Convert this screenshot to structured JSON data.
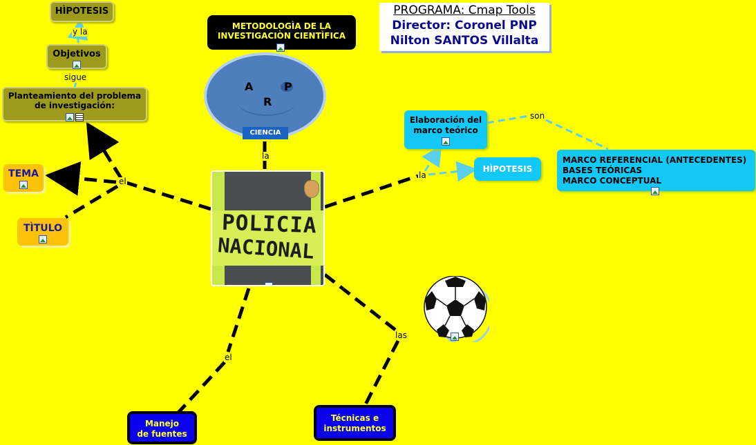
{
  "program_box": {
    "line1": "PROGRAMA: Cmap Tools",
    "line2": "Director: Coronel PNP",
    "line3": "Nilton SANTOS Villalta"
  },
  "nodes": {
    "hipotesis_top": "HÌPOTESIS",
    "objetivos": "Objetivos",
    "planteamiento": "Planteamiento del problema de investigación:",
    "metodologia_line1": "METODOLOGÌA DE LA",
    "metodologia_line2": "INVESTIGACIÒN CIENTÌFICA",
    "tema": "TEMA",
    "titulo": "TÌTULO",
    "elaboracion_line1": "Elaboración del",
    "elaboracion_line2": "marco teórico",
    "hipotesis_right": "HÌPOTESIS",
    "marco_line1": "MARCO REFERENCIAL (ANTECEDENTES)",
    "marco_line2": "BASES TEÓRICAS",
    "marco_line3": "MARCO CONCEPTUAL",
    "manejo_line1": "Manejo",
    "manejo_line2": "de fuentes",
    "tecnicas_line1": "Técnicas e",
    "tecnicas_line2": "instrumentos"
  },
  "oval": {
    "letter_a": "A",
    "letter_p": "P",
    "letter_r": "R",
    "ciencia": "CIENCIA"
  },
  "center_image": {
    "line1": "POLICIA",
    "line2": "NACIONAL"
  },
  "link_labels": {
    "y_la": "y  la",
    "sigue": "sigue",
    "la_top": "la",
    "el_left": "el",
    "la_right": "la",
    "son": "son",
    "el_bottom": "el",
    "las": "las"
  },
  "colors": {
    "background": "#ffff00",
    "olive_node": "#9e9a1c",
    "cyan_node": "#12c8f7",
    "blue_node": "#0a00ee",
    "orange_node": "#ffc20a"
  }
}
